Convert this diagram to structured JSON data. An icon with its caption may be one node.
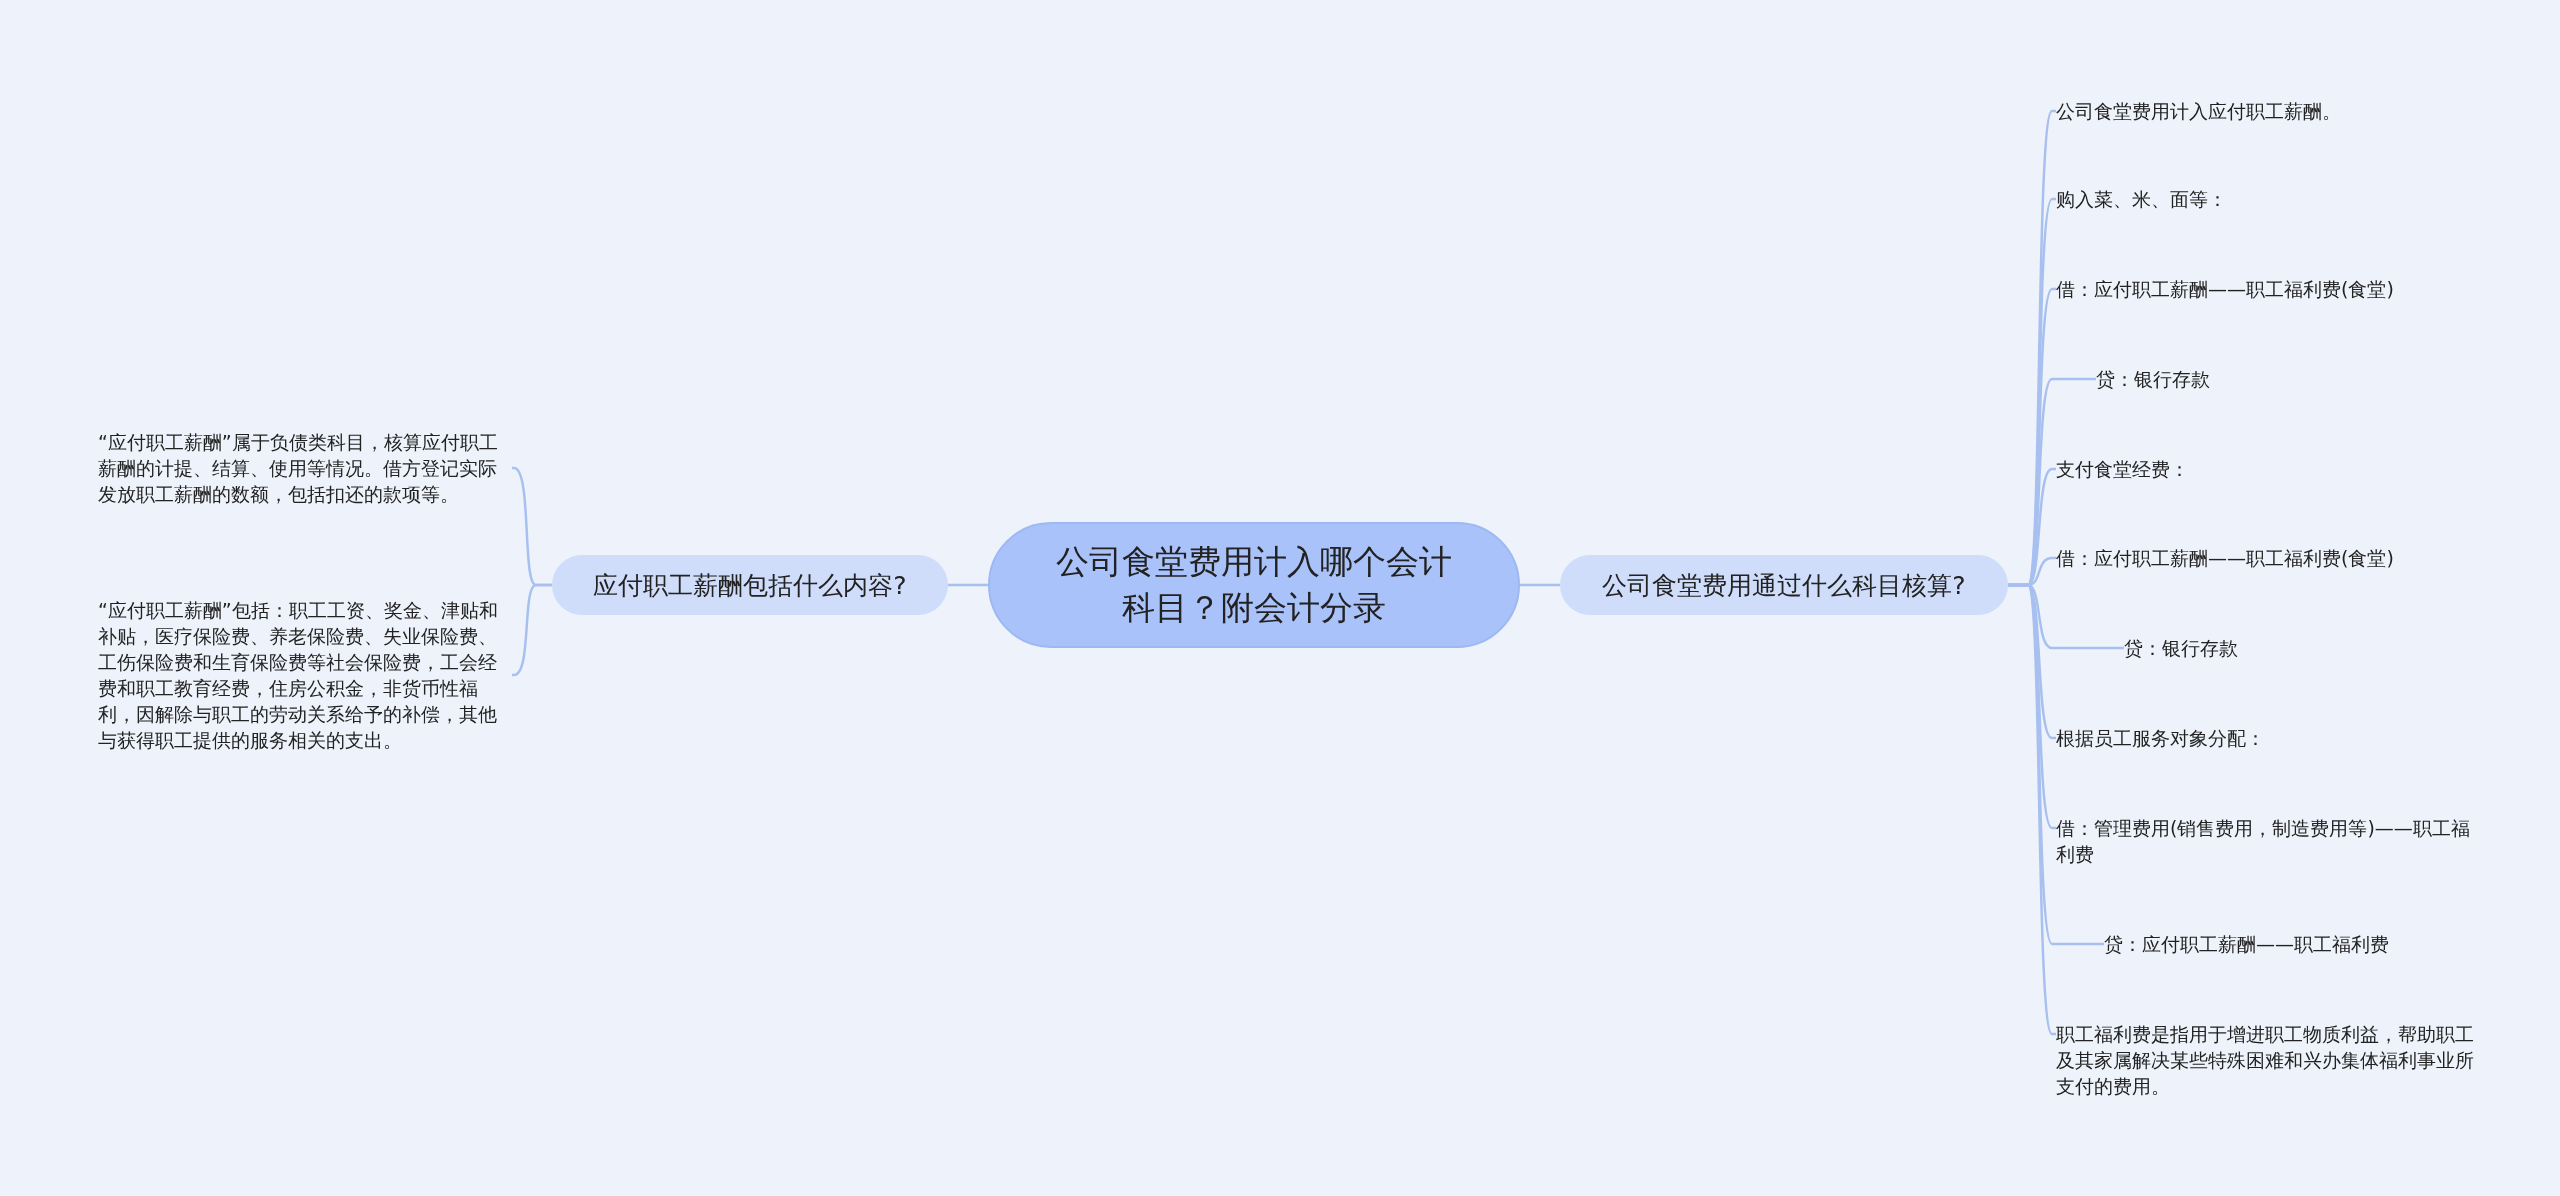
{
  "diagram": {
    "nodes": [
      {
        "text": [
          "公司食堂费用计入哪个会计科目？附会计分录"
        ]
      },
      {
        "text": [
          "应付职工薪酬包括什么内容?"
        ]
      },
      {
        "text": [
          "“应付职工薪酬”属于负债类科目，核算应付职工薪酬的计提、结算、使用等情况。借方登记实际发放职工薪酬的数额，包括扣还的款项等。"
        ]
      },
      {
        "text": [
          "“应付职工薪酬”包括：职工工资、奖金、津贴和补贴，医疗保险费、养老保险费、失业保险费、工伤保险费和生育保险费等社会保险费，工会经费和职工教育经费，住房公积金，非货币性福利，因解除与职工的劳动关系给予的补偿，其他与获得职工提供的服务相关的支出。"
        ]
      },
      {
        "text": [
          "公司食堂费用通过什么科目核算?"
        ]
      },
      {
        "text": [
          "公司食堂费用计入应付职工薪酬。"
        ]
      },
      {
        "text": [
          "购入菜、米、面等："
        ]
      },
      {
        "text": [
          "借：应付职工薪酬——职工福利费(食堂)"
        ]
      },
      {
        "text": [
          "贷：银行存款"
        ]
      },
      {
        "text": [
          "支付食堂经费："
        ]
      },
      {
        "text": [
          "借：应付职工薪酬——职工福利费(食堂)"
        ]
      },
      {
        "text": [
          "贷：银行存款"
        ]
      },
      {
        "text": [
          "根据员工服务对象分配："
        ]
      },
      {
        "text": [
          "借：管理费用(销售费用，制造费用等)——职工福利费"
        ]
      },
      {
        "text": [
          "贷：应付职工薪酬——职工福利费"
        ]
      },
      {
        "text": [
          "职工福利费是指用于增进职工物质利益，帮助职工及其家属解决某些特殊困难和兴办集体福利事业所支付的费用。"
        ]
      }
    ],
    "edges": [
      {
        "from": 0,
        "to": 1,
        "arrow": "none"
      },
      {
        "from": 1,
        "to": 2,
        "arrow": "none"
      },
      {
        "from": 1,
        "to": 3,
        "arrow": "none"
      },
      {
        "from": 0,
        "to": 4,
        "arrow": "none"
      },
      {
        "from": 4,
        "to": 5,
        "arrow": "none"
      },
      {
        "from": 4,
        "to": 6,
        "arrow": "none"
      },
      {
        "from": 4,
        "to": 7,
        "arrow": "none"
      },
      {
        "from": 4,
        "to": 8,
        "arrow": "none"
      },
      {
        "from": 4,
        "to": 9,
        "arrow": "none"
      },
      {
        "from": 4,
        "to": 10,
        "arrow": "none"
      },
      {
        "from": 4,
        "to": 11,
        "arrow": "none"
      },
      {
        "from": 4,
        "to": 12,
        "arrow": "none"
      },
      {
        "from": 4,
        "to": 13,
        "arrow": "none"
      },
      {
        "from": 4,
        "to": 14,
        "arrow": "none"
      },
      {
        "from": 4,
        "to": 15,
        "arrow": "none"
      }
    ]
  }
}
